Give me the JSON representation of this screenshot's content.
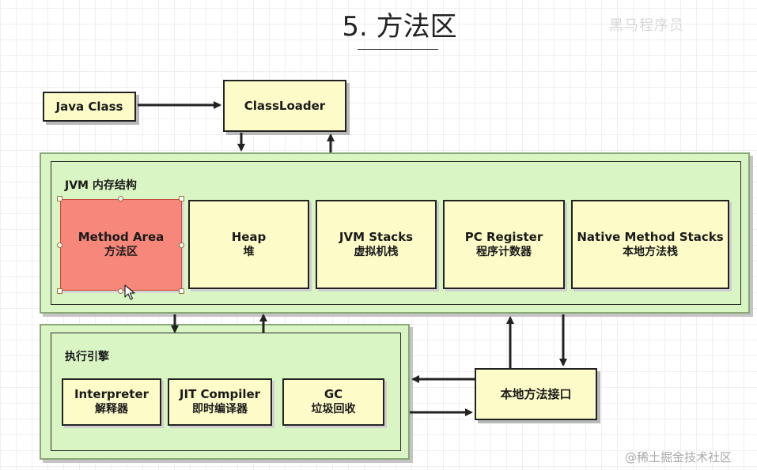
{
  "title": "5. 方法区",
  "brand_faint": "黑马程序员",
  "watermark": "@稀土掘金技术社区",
  "java_class": "Java Class",
  "class_loader": "ClassLoader",
  "jvm": {
    "label": "JVM 内存结构",
    "areas": [
      {
        "en": "Method Area",
        "zh": "方法区",
        "selected": true
      },
      {
        "en": "Heap",
        "zh": "堆"
      },
      {
        "en": "JVM Stacks",
        "zh": "虚拟机栈"
      },
      {
        "en": "PC Register",
        "zh": "程序计数器"
      },
      {
        "en": "Native Method Stacks",
        "zh": "本地方法栈"
      }
    ]
  },
  "engine": {
    "label": "执行引擎",
    "parts": [
      {
        "en": "Interpreter",
        "zh": "解释器"
      },
      {
        "en": "JIT Compiler",
        "zh": "即时编译器"
      },
      {
        "en": "GC",
        "zh": "垃圾回收"
      }
    ]
  },
  "native_interface": "本地方法接口",
  "colors": {
    "box_fill": "#fdfcc8",
    "region_fill": "#d9f5c4",
    "selected_fill": "#f6877a"
  }
}
